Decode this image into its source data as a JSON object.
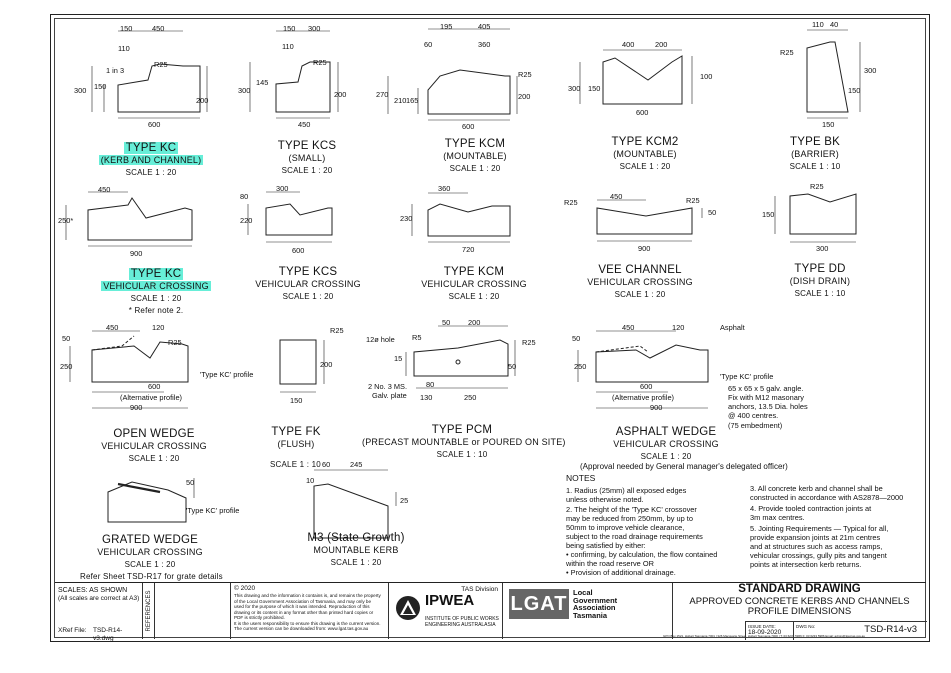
{
  "drawings": [
    {
      "id": "kc",
      "title": "TYPE KC",
      "subtitle": "(KERB AND CHANNEL)",
      "scale": "SCALE 1 : 20",
      "dims": [
        "150",
        "450",
        "110",
        "1 in 3",
        "R25",
        "300",
        "150",
        "200",
        "600"
      ]
    },
    {
      "id": "kcs",
      "title": "TYPE KCS",
      "subtitle": "(SMALL)",
      "scale": "SCALE 1 : 20",
      "dims": [
        "150",
        "300",
        "110",
        "R25",
        "300",
        "145",
        "200",
        "450"
      ]
    },
    {
      "id": "kcm",
      "title": "TYPE KCM",
      "subtitle": "(MOUNTABLE)",
      "scale": "SCALE 1 : 20",
      "dims": [
        "195",
        "405",
        "60",
        "360",
        "R25",
        "270",
        "165",
        "210",
        "200",
        "600"
      ]
    },
    {
      "id": "kcm2",
      "title": "TYPE KCM2",
      "subtitle": "(MOUNTABLE)",
      "scale": "SCALE 1 : 20",
      "dims": [
        "400",
        "200",
        "300",
        "150",
        "100",
        "600"
      ]
    },
    {
      "id": "bk",
      "title": "TYPE BK",
      "subtitle": "(BARRIER)",
      "scale": "SCALE 1 : 10",
      "dims": [
        "110",
        "40",
        "R25",
        "300",
        "150",
        "150"
      ]
    },
    {
      "id": "kc-vc",
      "title": "TYPE KC",
      "subtitle": "VEHICULAR CROSSING",
      "scale": "SCALE 1 : 20",
      "note": "* Refer note 2.",
      "dims": [
        "450",
        "250*",
        "900"
      ]
    },
    {
      "id": "kcs-vc",
      "title": "TYPE KCS",
      "subtitle": "VEHICULAR CROSSING",
      "scale": "SCALE 1 : 20",
      "dims": [
        "300",
        "80",
        "220",
        "600"
      ]
    },
    {
      "id": "kcm-vc",
      "title": "TYPE KCM",
      "subtitle": "VEHICULAR CROSSING",
      "scale": "SCALE 1 : 20",
      "dims": [
        "360",
        "230",
        "720"
      ]
    },
    {
      "id": "vee",
      "title": "VEE CHANNEL",
      "subtitle": "VEHICULAR CROSSING",
      "scale": "SCALE 1 : 20",
      "dims": [
        "R25",
        "450",
        "R25",
        "50",
        "900"
      ]
    },
    {
      "id": "dd",
      "title": "TYPE DD",
      "subtitle": "(DISH DRAIN)",
      "scale": "SCALE 1 : 10",
      "dims": [
        "R25",
        "150",
        "300"
      ]
    },
    {
      "id": "ow",
      "title": "OPEN WEDGE",
      "subtitle": "VEHICULAR CROSSING",
      "scale": "SCALE 1 : 20",
      "dims": [
        "450",
        "120",
        "R25",
        "50",
        "250",
        "'Type KC' profile",
        "600",
        "(Alternative profile)",
        "900"
      ]
    },
    {
      "id": "fk",
      "title": "TYPE FK",
      "subtitle": "(FLUSH)",
      "scale": "SCALE 1 : 10",
      "dims": [
        "R25",
        "200",
        "150"
      ]
    },
    {
      "id": "pcm",
      "title": "TYPE PCM",
      "subtitle": "(PRECAST MOUNTABLE or POURED ON SITE)",
      "scale": "SCALE 1 : 10",
      "dims": [
        "50",
        "200",
        "12ø hole",
        "R5",
        "R25",
        "50",
        "15",
        "80",
        "2 No. 3 MS.",
        "Galv. plate",
        "130",
        "250"
      ]
    },
    {
      "id": "aw",
      "title": "ASPHALT WEDGE",
      "subtitle": "VEHICULAR CROSSING",
      "scale": "SCALE 1 : 20",
      "approval": "(Approval needed by General manager's delegated officer)",
      "dims": [
        "450",
        "120",
        "Asphalt",
        "50",
        "250",
        "'Type KC' profile",
        "600",
        "(Alternative profile)",
        "900"
      ],
      "anchor_note": [
        "65 x 65 x 5 galv. angle.",
        "Fix with M12 masonary",
        "anchors, 13.5 Dia. holes",
        "@ 400 centres.",
        "(75 embedment)"
      ]
    },
    {
      "id": "gw",
      "title": "GRATED WEDGE",
      "subtitle": "VEHICULAR CROSSING",
      "scale": "SCALE 1 : 20",
      "ref": "Refer Sheet TSD-R17 for grate details",
      "dims": [
        "50",
        "'Type KC' profile"
      ]
    },
    {
      "id": "m3",
      "title": "M3 (State Growth)",
      "subtitle": "MOUNTABLE KERB",
      "scale": "SCALE 1 : 20",
      "dims": [
        "60",
        "245",
        "10",
        "25"
      ]
    }
  ],
  "notes": {
    "heading": "NOTES",
    "col1": [
      "1.  Radius (25mm) all exposed edges",
      "     unless otherwise noted.",
      "2.  The height of the 'Type KC' crossover",
      "     may be reduced from 250mm, by up to",
      "     50mm to improve vehicle clearance,",
      "     subject to the road drainage requirements",
      "     being satisfied by either:",
      "  • confirming, by calculation, the flow contained",
      "     within the road reserve OR",
      "  • Provision of additional drainage."
    ],
    "col2": [
      "3.  All concrete kerb and channel shall be",
      "     constructed in accordance with AS2878—2000",
      "4.  Provide tooled contraction joints at",
      "     3m max centres.",
      "5.  Jointing Requirements — Typical for all,",
      "     provide expansion joints at 21m centres",
      "     and at structures such as access ramps,",
      "     vehicular crossings, gully pits and tangent",
      "     points at intersection kerb returns."
    ]
  },
  "title_block": {
    "scales_label": "SCALES: AS SHOWN",
    "scales_sub": "(All scales are correct at A3)",
    "xref_label": "XRef File:",
    "xref_value": "TSD-R14-v3.dwg",
    "references": "REFERENCES",
    "copyright_head": "© 2020",
    "copyright_text": [
      "This drawing and the information it contains is, and remains the property",
      "of the Local Government Association of Tasmania, and may only be",
      "used for the purpose of which it was intended. Reproduction of this",
      "drawing or its content in any format other than printed hard copies or",
      "PDF is strictly prohibited.",
      "It is the users responsibility to ensure this drawing is the current version.",
      "The current version can be downloaded from: www.lgat.tas.gov.au"
    ],
    "tas_division": "TAS Division",
    "ipwea": "IPWEA",
    "ipwea_sub1": "INSTITUTE OF PUBLIC WORKS",
    "ipwea_sub2": "ENGINEERING AUSTRALASIA",
    "lgat": "LGAT",
    "lgat_name": [
      "Local",
      "Government",
      "Association",
      "Tasmania"
    ],
    "lgat_address": "GPO Box 1521, Hobart Tasmania 7001 | 326 Macquarie Street, Hobart Tasmania 7000 | T: 03 6233 5966 F: 03 6233 5986 Email: admin@lgat.tas.gov.au",
    "heading": "STANDARD DRAWING",
    "title_line1": "APPROVED CONCRETE KERBS AND CHANNELS",
    "title_line2": "PROFILE DIMENSIONS",
    "issue_label": "ISSUE DATE:",
    "issue_date": "18-09-2020",
    "dwg_label": "DWG No:",
    "dwg_no": "TSD-R14-v3"
  },
  "colors": {
    "highlight": "#67eed8",
    "line": "#222222"
  }
}
